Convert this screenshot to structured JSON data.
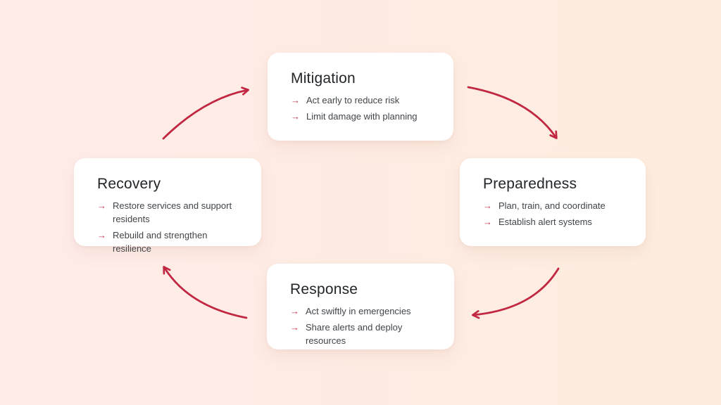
{
  "diagram": {
    "bullet_icon": "→",
    "colors": {
      "background_left": "#feece9",
      "background_right": "#fdeddf",
      "card_background": "#ffffff",
      "title": "#222629",
      "body_text": "#40454a",
      "cycle_arrow": "#c22742",
      "bullet_arrow": "#c23a55"
    },
    "nodes": [
      {
        "id": "mitigation",
        "title": "Mitigation",
        "bullets": [
          "Act early to reduce risk",
          "Limit damage with planning"
        ]
      },
      {
        "id": "preparedness",
        "title": "Preparedness",
        "bullets": [
          "Plan, train, and coordinate",
          "Establish alert systems"
        ]
      },
      {
        "id": "response",
        "title": "Response",
        "bullets": [
          "Act swiftly in emergencies",
          "Share alerts and deploy resources"
        ]
      },
      {
        "id": "recovery",
        "title": "Recovery",
        "bullets": [
          "Restore services and support residents",
          "Rebuild and strengthen resilience"
        ]
      }
    ]
  }
}
